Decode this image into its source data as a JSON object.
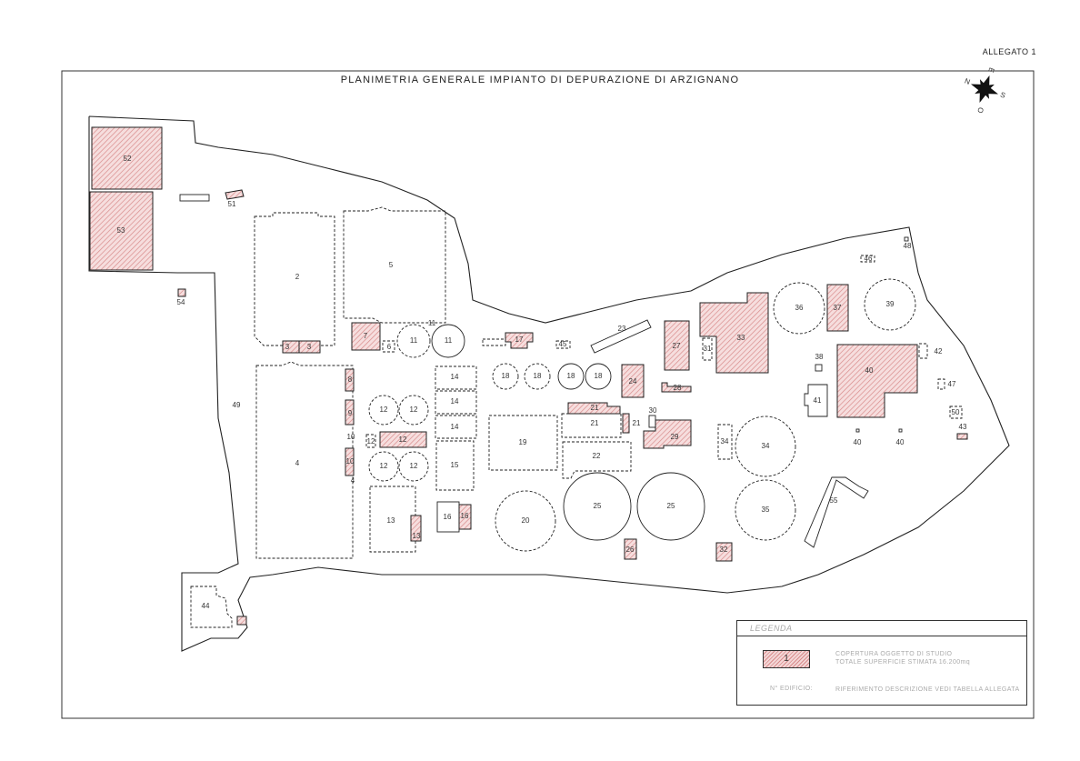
{
  "header": {
    "annex": "ALLEGATO 1",
    "title": "PLANIMETRIA GENERALE IMPIANTO DI DEPURAZIONE DI ARZIGNANO"
  },
  "compass": {
    "icon": "compass-rose-icon",
    "labels": [
      "N",
      "E",
      "S",
      "O"
    ]
  },
  "legend": {
    "title": "LEGENDA",
    "swatch_label": "1",
    "covered_line1": "COPERTURA OGGETTO DI STUDIO",
    "covered_line2": "TOTALE SUPERFICIE STIMATA 16.200mq",
    "building_no": "N° EDIFICIO:",
    "building_ref": "RIFERIMENTO DESCRIZIONE VEDI TABELLA ALLEGATA"
  },
  "colors": {
    "hatch": "#d88b8b",
    "hatch_bg": "#f6dede",
    "line": "#222222"
  },
  "building_labels": [
    "52",
    "53",
    "51",
    "54",
    "2",
    "5",
    "3",
    "3",
    "4",
    "7",
    "6",
    "11",
    "11",
    "11",
    "8",
    "9",
    "10",
    "10",
    "12",
    "12",
    "12",
    "12",
    "12",
    "12",
    "13",
    "13",
    "14",
    "14",
    "14",
    "15",
    "16",
    "16",
    "17",
    "45",
    "18",
    "18",
    "18",
    "18",
    "19",
    "20",
    "21",
    "21",
    "21",
    "22",
    "23",
    "24",
    "25",
    "25",
    "26",
    "27",
    "28",
    "29",
    "30",
    "31",
    "33",
    "32",
    "34",
    "34",
    "35",
    "36",
    "37",
    "39",
    "38",
    "40",
    "41",
    "42",
    "43",
    "46",
    "47",
    "48",
    "50",
    "55",
    "44",
    "49",
    "40",
    "40",
    "4"
  ]
}
